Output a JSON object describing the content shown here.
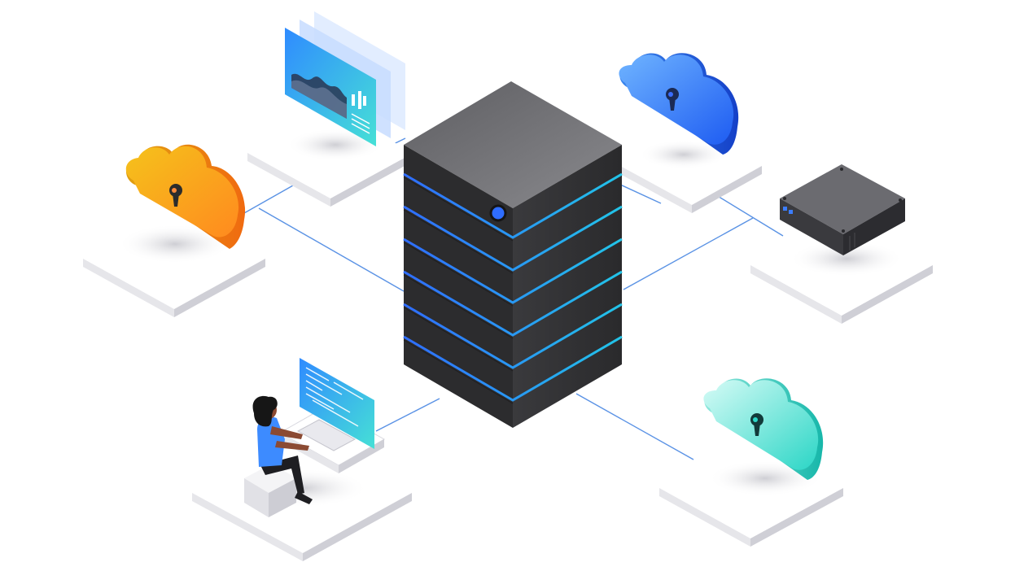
{
  "illustration": {
    "central_element": "server-tower",
    "connected_nodes": [
      {
        "name": "locked-cloud",
        "color": "orange"
      },
      {
        "name": "analytics-dashboard-panels",
        "color": "blue"
      },
      {
        "name": "locked-cloud",
        "color": "blue"
      },
      {
        "name": "rack-server-unit",
        "color": "dark-gray"
      },
      {
        "name": "locked-cloud",
        "color": "teal"
      },
      {
        "name": "person-at-code-terminal",
        "color": "blue"
      }
    ]
  },
  "colors": {
    "background": "#ffffff",
    "server_dark": "#2e2e30",
    "server_top": "#6f6f73",
    "server_stripe": "#2f86ff",
    "platform_top": "#ffffff",
    "platform_side": "#d4d4da",
    "link_line": "#3d7fe0",
    "cloud_orange_1": "#f5c21b",
    "cloud_orange_2": "#ff8a1f",
    "cloud_blue_1": "#58a8ff",
    "cloud_blue_2": "#1e5cf2",
    "cloud_teal_1": "#bff5ee",
    "cloud_teal_2": "#2bd6c6"
  }
}
